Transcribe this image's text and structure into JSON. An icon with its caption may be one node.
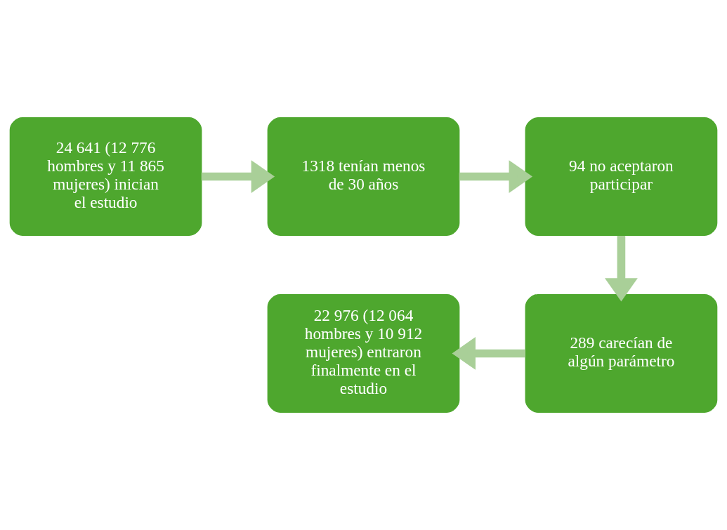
{
  "diagram": {
    "nodes": [
      {
        "text": [
          "24 641 (12 776 hombres y 11 865 mujeres) inician el estudio"
        ]
      },
      {
        "text": [
          "1318 tenían menos de 30 años"
        ]
      },
      {
        "text": [
          "94 no aceptaron participar"
        ]
      },
      {
        "text": [
          "22 976 (12 064 hombres y 10 912 mujeres) entraron finalmente en el estudio"
        ]
      },
      {
        "text": [
          "289 carecían de algún parámetro"
        ]
      }
    ],
    "edges": [
      {
        "from": 0,
        "to": 1,
        "arrow": "to"
      },
      {
        "from": 1,
        "to": 2,
        "arrow": "to"
      },
      {
        "from": 2,
        "to": 4,
        "arrow": "to"
      },
      {
        "from": 4,
        "to": 3,
        "arrow": "to"
      }
    ]
  }
}
